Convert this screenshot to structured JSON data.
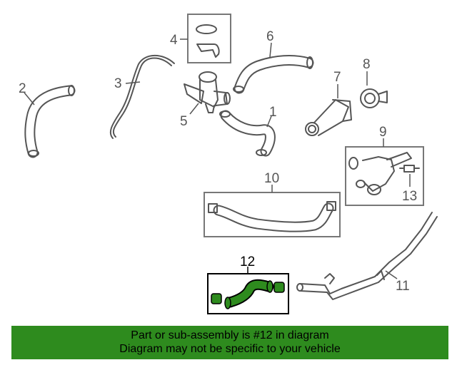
{
  "callouts": {
    "c1": "1",
    "c2": "2",
    "c3": "3",
    "c4": "4",
    "c5": "5",
    "c6": "6",
    "c7": "7",
    "c8": "8",
    "c9": "9",
    "c10": "10",
    "c11": "11",
    "c12": "12",
    "c13": "13"
  },
  "banner": {
    "line1": "Part or sub-assembly is #12 in diagram",
    "line2": "Diagram may not be specific to your vehicle"
  },
  "colors": {
    "highlight": "#2e8b1e",
    "line": "#555555"
  }
}
